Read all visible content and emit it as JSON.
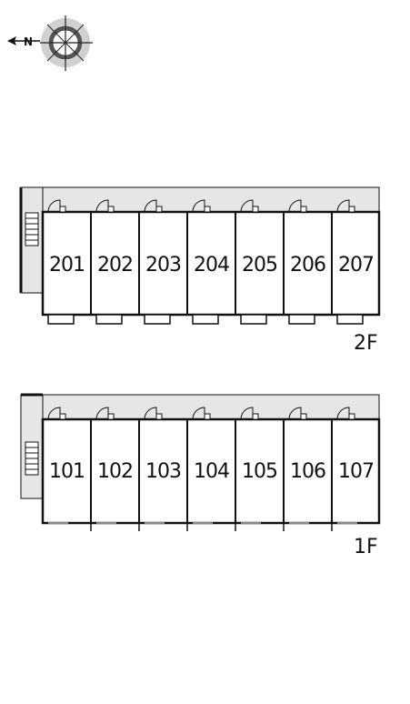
{
  "compass": {
    "north_letter": "N",
    "icon": "compass-rose-icon"
  },
  "floors": [
    {
      "label": "2F",
      "units": [
        "201",
        "202",
        "203",
        "204",
        "205",
        "206",
        "207"
      ]
    },
    {
      "label": "1F",
      "units": [
        "101",
        "102",
        "103",
        "104",
        "105",
        "106",
        "107"
      ]
    }
  ],
  "colors": {
    "corridor": "#e6e6e6",
    "wall": "#111111",
    "unit": "#ffffff"
  }
}
